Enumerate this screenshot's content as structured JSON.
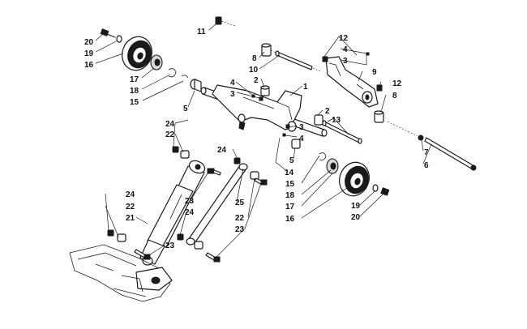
{
  "callouts": {
    "c1": "1",
    "c2a": "2",
    "c2b": "2",
    "c3a": "3",
    "c3b": "3",
    "c3c": "3",
    "c4a": "4",
    "c4b": "4",
    "c4c": "4",
    "c5a": "5",
    "c5b": "5",
    "c6": "6",
    "c7": "7",
    "c8a": "8",
    "c8b": "8",
    "c9": "9",
    "c10": "10",
    "c11": "11",
    "c12a": "12",
    "c12b": "12",
    "c13": "13",
    "c14": "14",
    "c15a": "15",
    "c15b": "15",
    "c16a": "16",
    "c16b": "16",
    "c17a": "17",
    "c17b": "17",
    "c18a": "18",
    "c18b": "18",
    "c19a": "19",
    "c19b": "19",
    "c20a": "20",
    "c20b": "20",
    "c21": "21",
    "c22a": "22",
    "c22b": "22",
    "c22c": "22",
    "c23a": "23",
    "c23b": "23",
    "c23c": "23",
    "c24a": "24",
    "c24b": "24",
    "c24c": "24",
    "c24d": "24",
    "c25": "25"
  }
}
